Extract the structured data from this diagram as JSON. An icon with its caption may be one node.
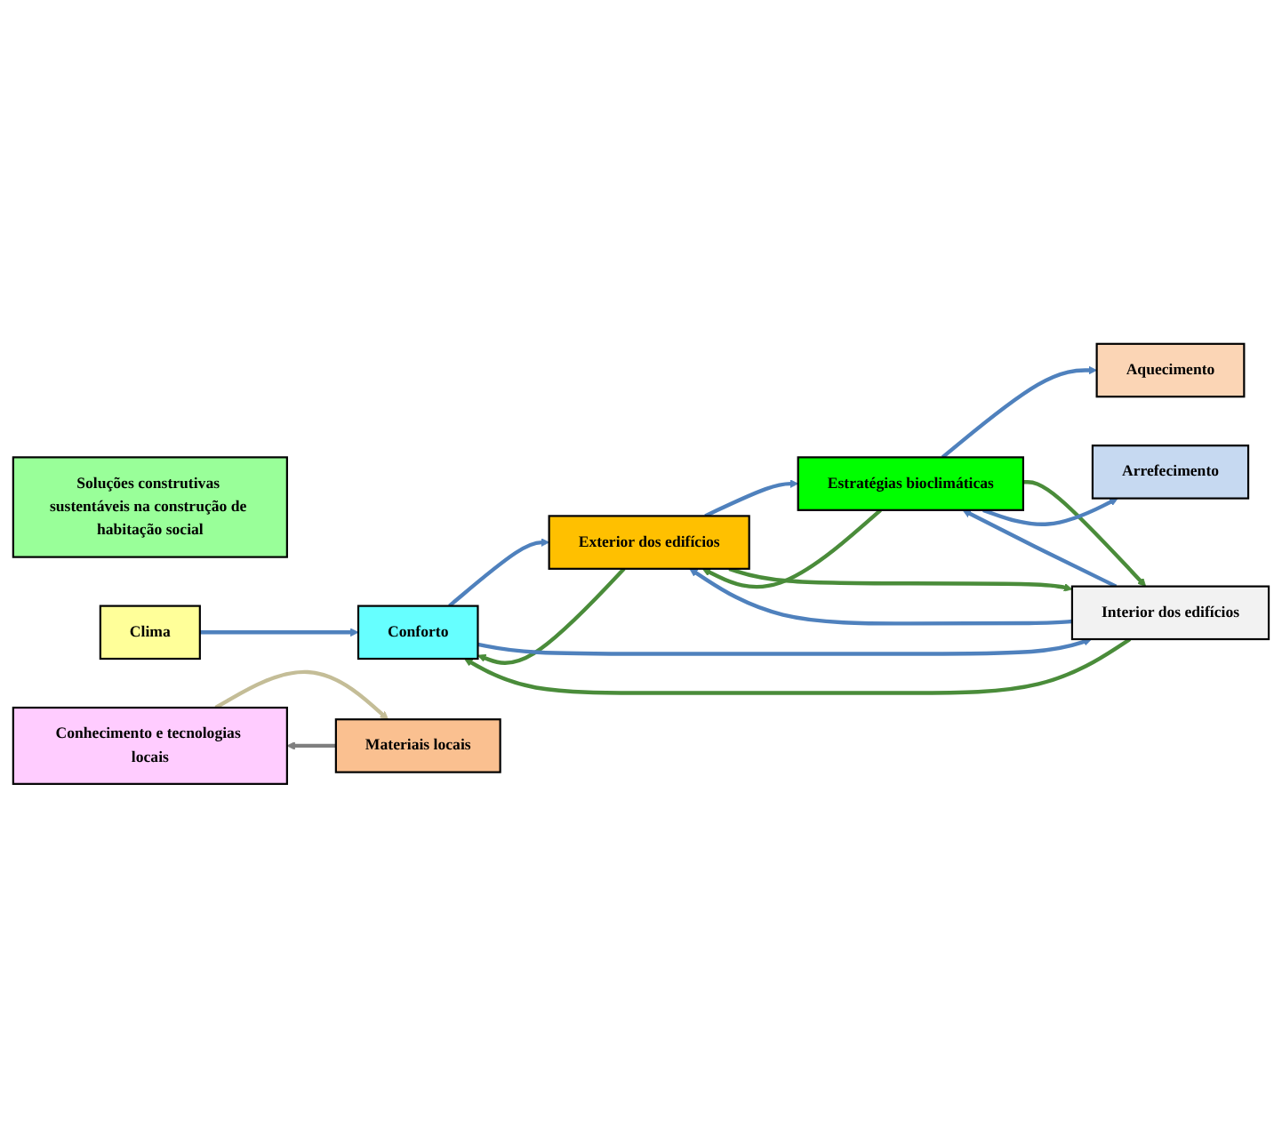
{
  "diagram": {
    "nodes": [
      {
        "text": [
          "Soluções construtivas sustentáveis na construção de habitação social"
        ]
      },
      {
        "text": [
          "Clima"
        ]
      },
      {
        "text": [
          "Conforto"
        ]
      },
      {
        "text": [
          "Exterior dos edifícios"
        ]
      },
      {
        "text": [
          "Interior dos edifícios"
        ]
      },
      {
        "text": [
          "Estratégias bioclimáticas"
        ]
      },
      {
        "text": [
          "Aquecimento"
        ]
      },
      {
        "text": [
          "Arrefecimento"
        ]
      },
      {
        "text": [
          "Conhecimento e tecnologias locais"
        ]
      },
      {
        "text": [
          "Materiais locais"
        ]
      }
    ],
    "edges": [
      {
        "from": 1,
        "to": 2,
        "arrow": "to"
      },
      {
        "from": 3,
        "to": 2,
        "arrow": "to",
        "color": "#4a8c3a"
      },
      {
        "from": 2,
        "to": 3,
        "arrow": "to"
      },
      {
        "from": 5,
        "to": 3,
        "arrow": "to",
        "color": "#4a8c3a"
      },
      {
        "from": 3,
        "to": 5,
        "arrow": "to"
      },
      {
        "from": 5,
        "to": 6,
        "arrow": "to"
      },
      {
        "from": 4,
        "to": 3,
        "arrow": "to"
      },
      {
        "from": 3,
        "to": 4,
        "arrow": "to",
        "color": "#4a8c3a"
      },
      {
        "from": 4,
        "to": 2,
        "arrow": "to",
        "color": "#4a8c3a"
      },
      {
        "from": 2,
        "to": 4,
        "arrow": "to"
      },
      {
        "from": 5,
        "to": 4,
        "arrow": "to",
        "color": "#4a8c3a"
      },
      {
        "from": 4,
        "to": 5,
        "arrow": "to"
      },
      {
        "from": 5,
        "to": 7,
        "arrow": "to"
      },
      {
        "from": 9,
        "to": 8,
        "arrow": "to",
        "color": "#7f7f7f"
      },
      {
        "from": 8,
        "to": 9,
        "arrow": "to",
        "color": "#c4bd97"
      }
    ]
  }
}
